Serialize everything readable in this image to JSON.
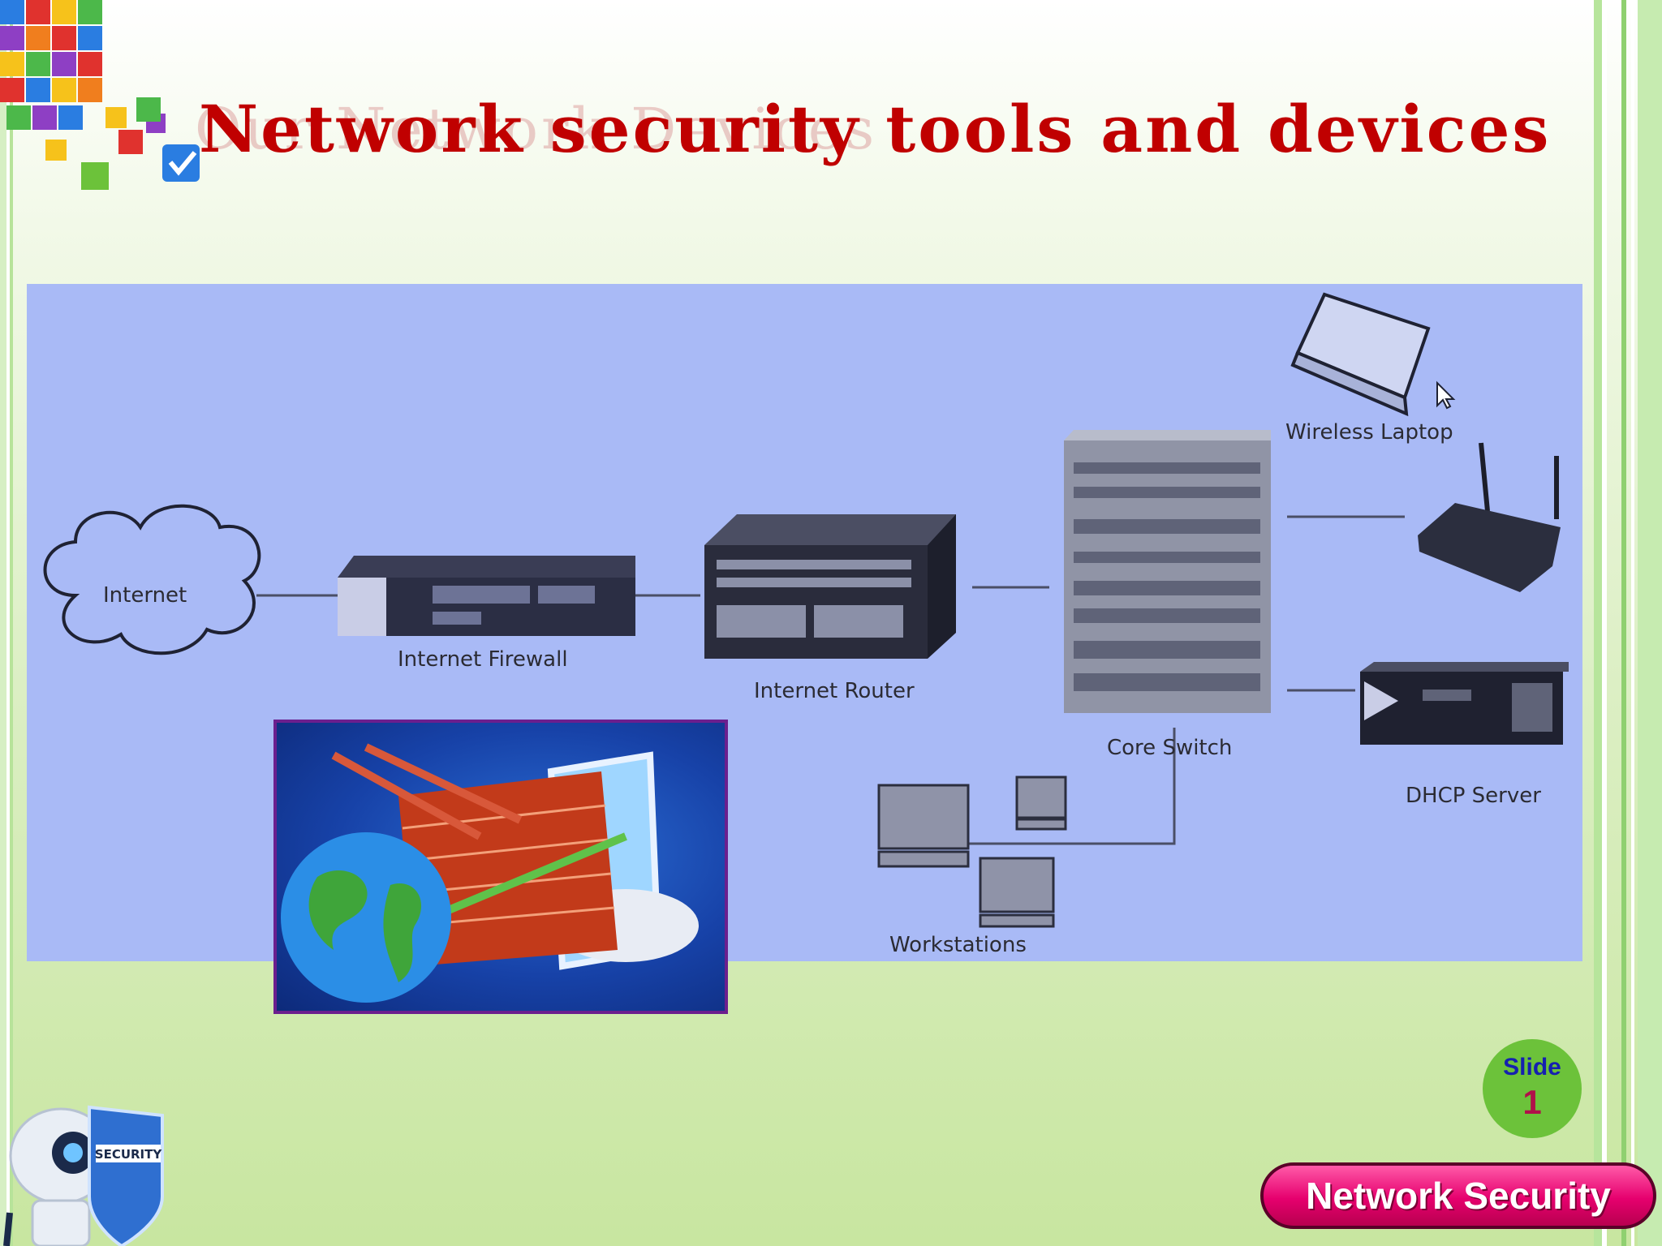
{
  "slide": {
    "title": "Network security tools and devices",
    "ghost_title": "Our Network Devices",
    "slide_word": "Slide",
    "slide_number": "1",
    "footer_label": "Network Security"
  },
  "diagram": {
    "labels": {
      "internet": "Internet",
      "firewall": "Internet Firewall",
      "router": "Internet Router",
      "core_switch": "Core Switch",
      "laptop": "Wireless Laptop",
      "dhcp": "DHCP Server",
      "workstations": "Workstations"
    }
  },
  "emblem": {
    "shield_text": "SECURITY"
  },
  "colors": {
    "title": "#c00000",
    "diagram_bg": "#a9baf6",
    "badge": "#6cc23a",
    "footer_pill": "#e6006e",
    "rail_green": "#8fd070"
  }
}
